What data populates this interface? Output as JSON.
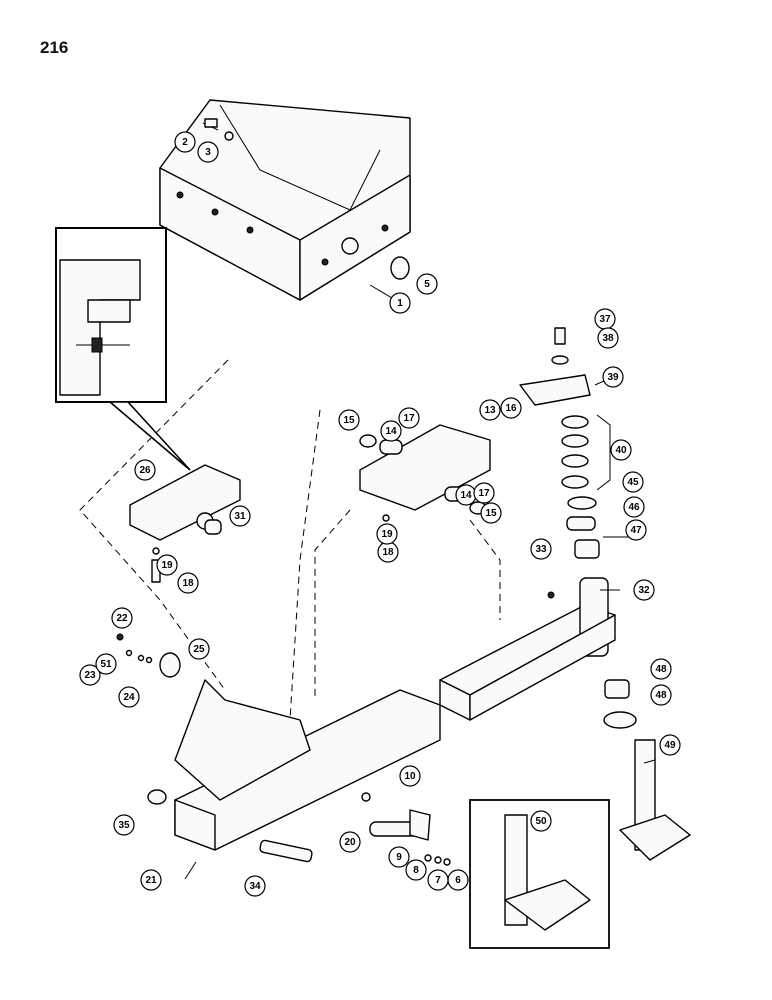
{
  "page": {
    "number": "216"
  },
  "callouts": [
    "1",
    "2",
    "3",
    "5",
    "6",
    "7",
    "8",
    "9",
    "10",
    "13",
    "14",
    "14",
    "15",
    "15",
    "16",
    "17",
    "17",
    "18",
    "18",
    "19",
    "19",
    "20",
    "21",
    "22",
    "23",
    "24",
    "25",
    "26",
    "31",
    "32",
    "33",
    "34",
    "35",
    "37",
    "38",
    "39",
    "40",
    "45",
    "46",
    "47",
    "48",
    "48",
    "49",
    "50",
    "51"
  ]
}
